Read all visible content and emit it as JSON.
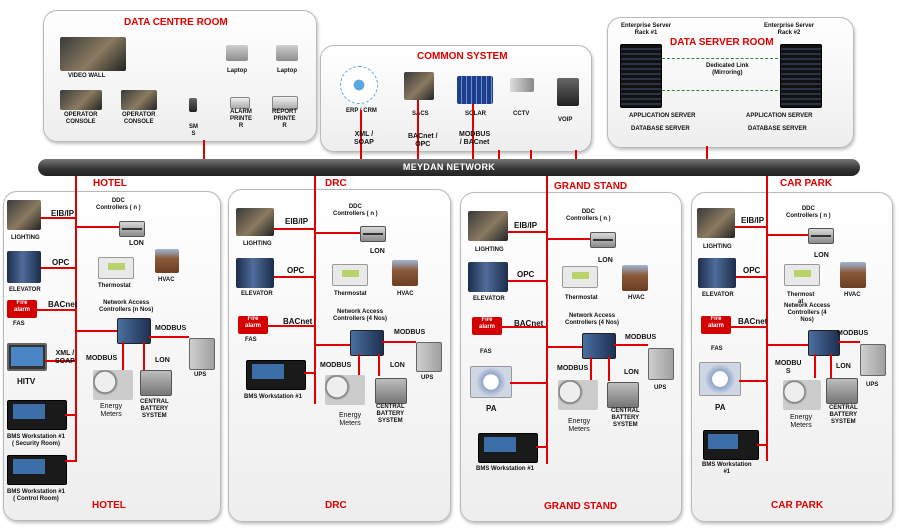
{
  "network": {
    "name": "MEYDAN NETWORK"
  },
  "data_centre": {
    "title": "DATA CENTRE ROOM",
    "items": {
      "video_wall": "VIDEO WALL",
      "operator_console_1": "OPERATOR\nCONSOLE",
      "operator_console_2": "OPERATOR\nCONSOLE",
      "sms": "SM\nS",
      "alarm_printer": "ALARM\nPRINTE\nR",
      "report_printer": "REPORT\nPRINTE\nR",
      "laptop_1": "Laptop",
      "laptop_2": "Laptop"
    }
  },
  "common_system": {
    "title": "COMMON SYSTEM",
    "items": {
      "erp": "ERP / CRM",
      "sacs": "SACS",
      "solar": "SOLAR",
      "cctv": "CCTV",
      "voip": "VOIP"
    },
    "links": {
      "xml": "XML /\nSOAP",
      "bacnet_opc": "BACnet /\nOPC",
      "modbus_bacnet": "MODBUS\n/ BACnet"
    }
  },
  "data_server": {
    "title": "DATA SERVER ROOM",
    "rack_1": "Enterprise Server\nRack #1",
    "rack_2": "Enterprise Server\nRack #2",
    "link": "Dedicated Link\n(Mirroring)",
    "app_1": "APPLICATION SERVER",
    "db_1": "DATABASE SERVER",
    "app_2": "APPLICATION SERVER",
    "db_2": "DATABASE SERVER"
  },
  "sites": [
    {
      "title": "HOTEL",
      "footer": "HOTEL",
      "lighting": "LIGHTING",
      "eib": "EIB/IP",
      "ddc": "DDC\nControllers ( n )",
      "lon1": "LON",
      "hvac": "HVAC",
      "thermostat": "Thermostat",
      "elevator": "ELEVATOR",
      "opc": "OPC",
      "fas": "FAS",
      "bacnet": "BACnet",
      "fire": "Fire\nalarm",
      "nac": "Network Access\nControllers (n Nos)",
      "modbus1": "MODBUS",
      "modbus2": "MODBUS",
      "lon2": "LON",
      "ups": "UPS",
      "meters": "Energy\nMeters",
      "battery": "CENTRAL\nBATTERY\nSYSTEM",
      "hitv": "HITV",
      "xml": "XML /\nSOAP",
      "ws1": "BMS Workstation #1\n( Security Room)",
      "ws2": "BMS Workstation #1\n( Control Room)"
    },
    {
      "title": "DRC",
      "footer": "DRC",
      "lighting": "LIGHTING",
      "eib": "EIB/IP",
      "ddc": "DDC\nControllers ( n )",
      "lon1": "LON",
      "hvac": "HVAC",
      "thermostat": "Thermostat",
      "elevator": "ELEVATOR",
      "opc": "OPC",
      "fas": "FAS",
      "bacnet": "BACnet",
      "fire": "Fire\nalarm",
      "nac": "Network Access\nControllers (4 Nos)",
      "modbus1": "MODBUS",
      "modbus2": "MODBUS",
      "lon2": "LON",
      "ups": "UPS",
      "meters": "Energy\nMeters",
      "battery": "CENTRAL\nBATTERY\nSYSTEM",
      "ws1": "BMS Workstation #1"
    },
    {
      "title": "GRAND STAND",
      "footer": "GRAND STAND",
      "lighting": "LIGHTING",
      "eib": "EIB/IP",
      "ddc": "DDC\nControllers ( n )",
      "lon1": "LON",
      "hvac": "HVAC",
      "thermostat": "Thermostat",
      "elevator": "ELEVATOR",
      "opc": "OPC",
      "fas": "FAS",
      "bacnet": "BACnet",
      "fire": "Fire\nalarm",
      "nac": "Network Access\nControllers (4 Nos)",
      "modbus1": "MODBUS",
      "modbus2": "MODBUS",
      "lon2": "LON",
      "ups": "UPS",
      "meters": "Energy\nMeters",
      "battery": "CENTRAL\nBATTERY\nSYSTEM",
      "pa": "PA",
      "ws1": "BMS Workstation #1"
    },
    {
      "title": "CAR PARK",
      "footer": "CAR PARK",
      "lighting": "LIGHTING",
      "eib": "EIB/IP",
      "ddc": "DDC\nControllers ( n )",
      "lon1": "LON",
      "hvac": "HVAC",
      "thermostat": "Thermost\nat",
      "elevator": "ELEVATOR",
      "opc": "OPC",
      "fas": "FAS",
      "bacnet": "BACnet",
      "fire": "Fire\nalarm",
      "nac": "Network Access\nControllers (4\nNos)",
      "modbus1": "MODBUS",
      "modbus2": "MODBU\nS",
      "lon2": "LON",
      "ups": "UPS",
      "meters": "Energy\nMeters",
      "battery": "CENTRAL\nBATTERY\nSYSTEM",
      "pa": "PA",
      "ws1": "BMS Workstation\n#1"
    }
  ]
}
